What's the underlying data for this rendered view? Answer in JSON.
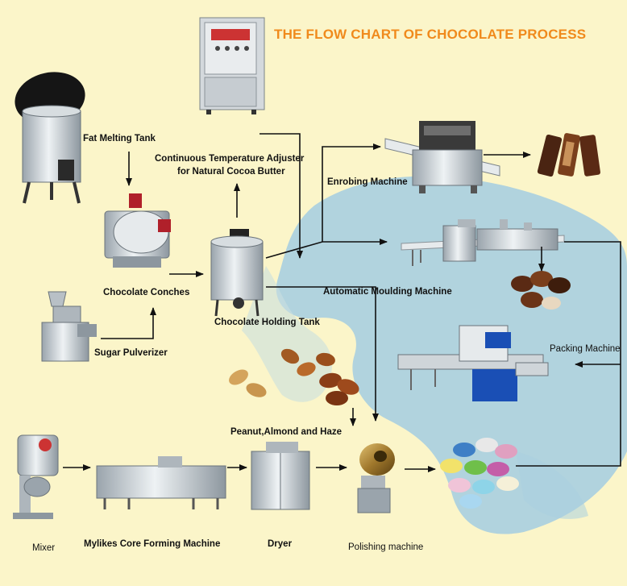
{
  "title": "THE FLOW CHART OF CHOCOLATE PROCESS",
  "labels": {
    "fat_melting_tank": "Fat Melting Tank",
    "temp_adjuster_line1": "Continuous Temperature Adjuster",
    "temp_adjuster_line2": "for Natural Cocoa Butter",
    "enrobing_machine": "Enrobing Machine",
    "chocolate_conches": "Chocolate Conches",
    "automatic_moulding_machine": "Automatic Moulding Machine",
    "chocolate_holding_tank": "Chocolate Holding Tank",
    "sugar_pulverizer": "Sugar Pulverizer",
    "packing_machine": "Packing Machine",
    "peanut_almond_haze": "Peanut,Almond and Haze",
    "mixer": "Mixer",
    "core_forming_machine": "Mylikes Core Forming Machine",
    "dryer": "Dryer",
    "polishing_machine": "Polishing machine"
  },
  "colors": {
    "background": "#fbf5c9",
    "map_blue": "#a9cfe0",
    "title_orange": "#f08a1c",
    "arrow": "#111111"
  }
}
